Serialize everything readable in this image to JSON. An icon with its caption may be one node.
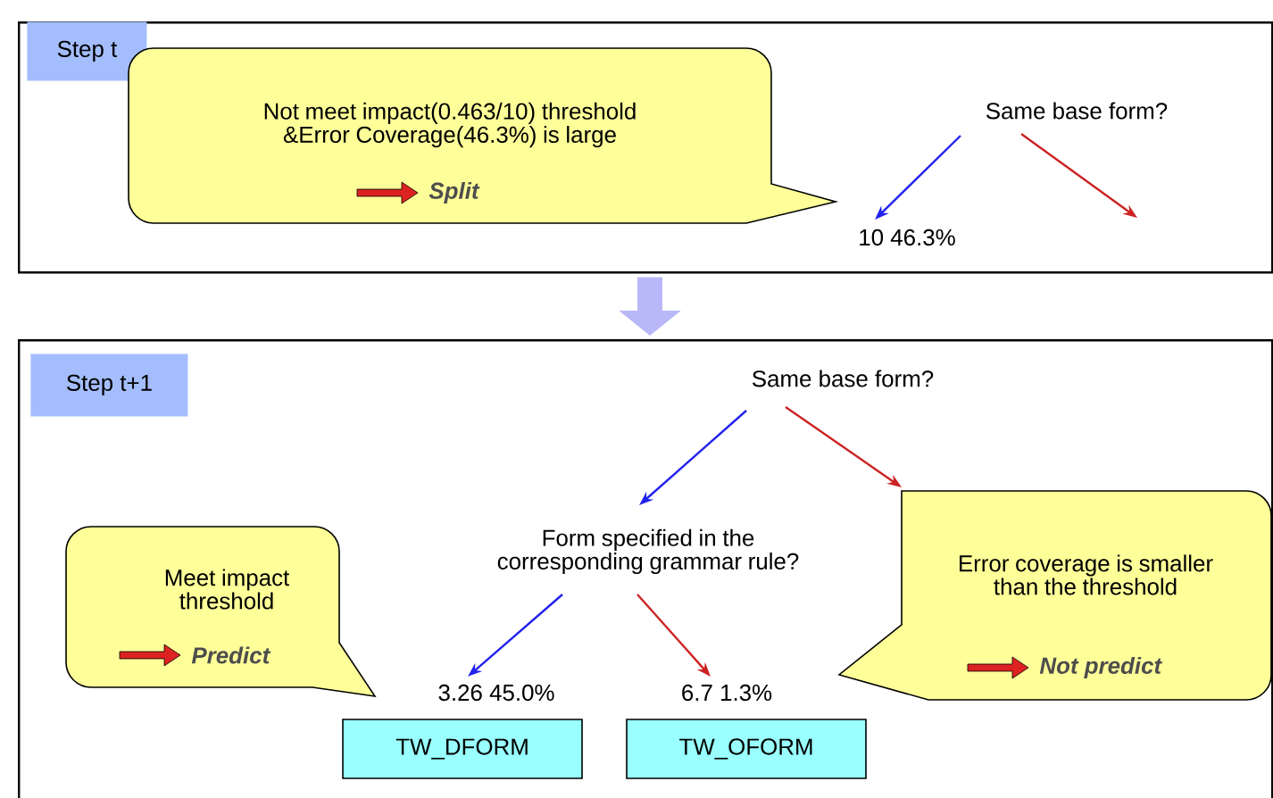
{
  "diagram": {
    "nodes": [
      {
        "text": [
          "Step t"
        ]
      },
      {
        "text": [
          "Not meet impact(0.463/10) threshold &Error Coverage(46.3%) is large",
          "Split"
        ],
        "in": 0
      },
      {
        "text": [
          "Same base form?"
        ],
        "in": 0
      },
      {
        "text": [
          "10 46.3%"
        ],
        "in": 0
      },
      {
        "text": [
          "Step t+1"
        ]
      },
      {
        "text": [
          "Same base form?"
        ],
        "in": 4
      },
      {
        "text": [
          "Form specified in the corresponding grammar rule?"
        ],
        "in": 4
      },
      {
        "text": [
          "Meet impact threshold",
          "Predict"
        ],
        "in": 4
      },
      {
        "text": [
          "Error coverage is smaller than the threshold",
          "Not predict"
        ],
        "in": 4
      },
      {
        "text": [
          "3.26 45.0%"
        ],
        "in": 4
      },
      {
        "text": [
          "6.7 1.3%"
        ],
        "in": 4
      },
      {
        "text": [
          "TW_DFORM"
        ],
        "in": 4
      },
      {
        "text": [
          "TW_OFORM"
        ],
        "in": 4
      }
    ],
    "edges": [
      {
        "from": 2,
        "to": 3,
        "arrow": "to",
        "color": "#2222ee"
      },
      {
        "from": 2,
        "to": null,
        "arrow": "to",
        "color": "#cc2222"
      },
      {
        "from": 0,
        "to": 4,
        "arrow": "to",
        "style": "thick",
        "color": "#b8b8f8"
      },
      {
        "from": 5,
        "to": 6,
        "arrow": "to",
        "color": "#2222ee"
      },
      {
        "from": 5,
        "to": 8,
        "arrow": "to",
        "color": "#cc2222"
      },
      {
        "from": 6,
        "to": 9,
        "arrow": "to",
        "color": "#2222ee"
      },
      {
        "from": 6,
        "to": 10,
        "arrow": "to",
        "color": "#cc2222"
      }
    ]
  }
}
